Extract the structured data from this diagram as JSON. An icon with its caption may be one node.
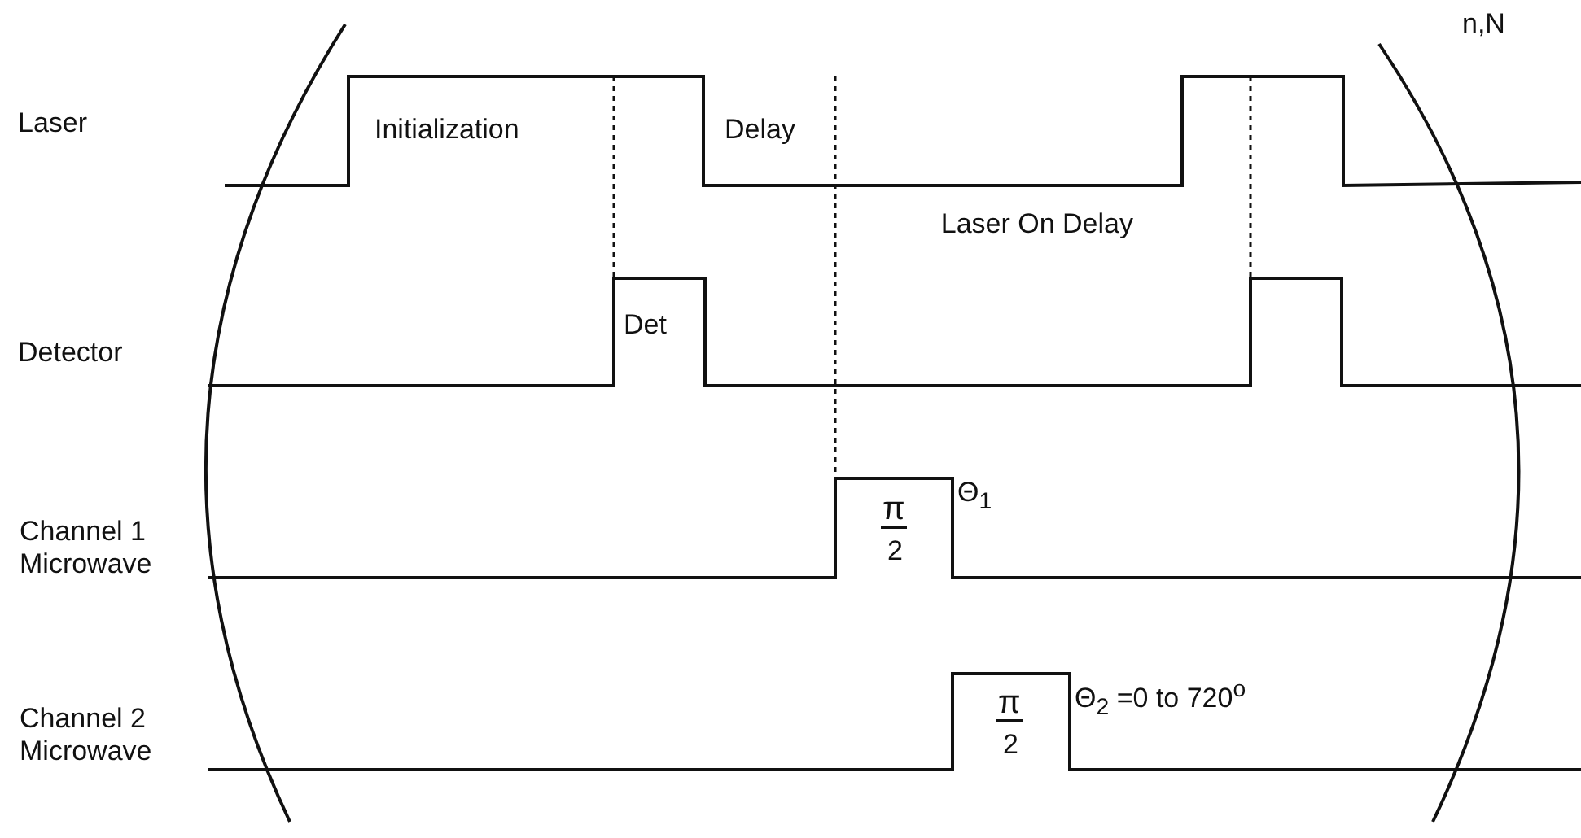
{
  "diagram": {
    "labels": [
      "n,N",
      "Laser",
      "Initialization",
      "Delay",
      "Laser On Delay",
      "Detector",
      "Det",
      "Channel 1 Microwave",
      "π",
      "2",
      "Θ$_{1}$",
      "Channel 2 Microwave",
      "π",
      "2",
      "Θ$_{2}$ =0 to 720$^{o}$"
    ]
  }
}
